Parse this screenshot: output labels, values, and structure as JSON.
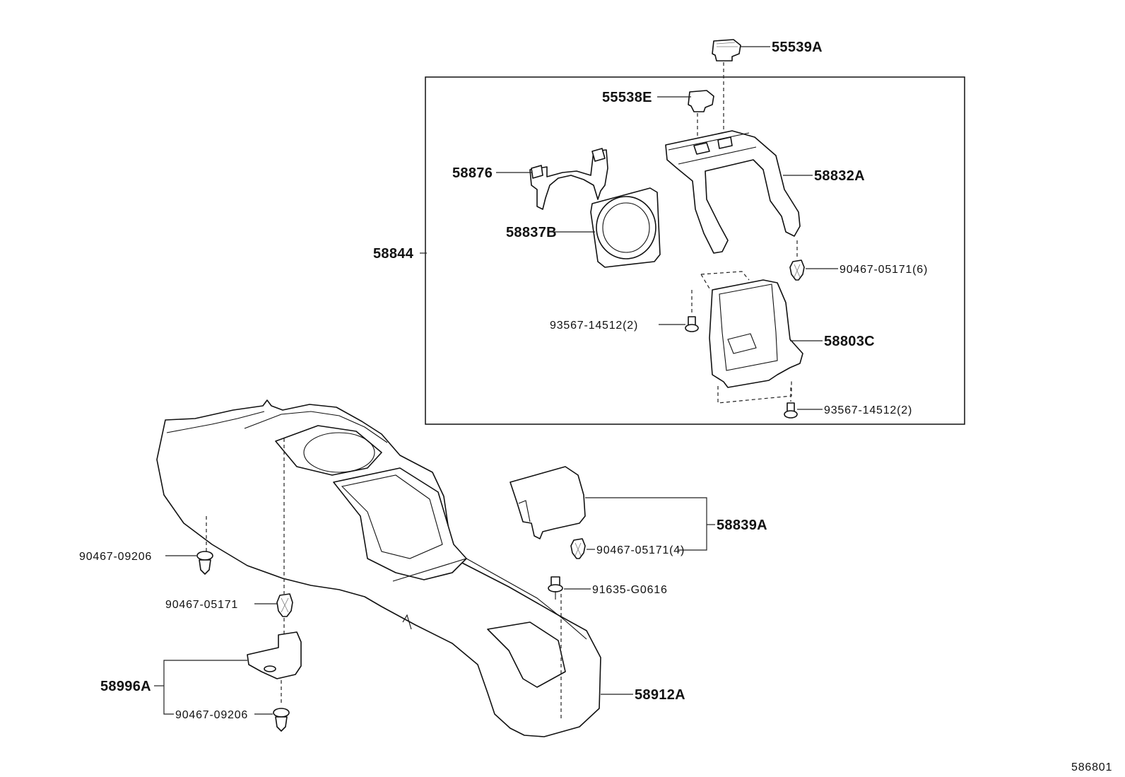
{
  "labels": {
    "p55539A": "55539A",
    "p55538E": "55538E",
    "p58876": "58876",
    "p58832A": "58832A",
    "p58837B": "58837B",
    "p58844": "58844",
    "p90467_05171_6": "90467-05171(6)",
    "p93567_14512_2a": "93567-14512(2)",
    "p58803C": "58803C",
    "p93567_14512_2b": "93567-14512(2)",
    "p58839A": "58839A",
    "p90467_05171_4": "90467-05171(4)",
    "p90467_09206_a": "90467-09206",
    "p91635_G0616": "91635-G0616",
    "p90467_05171": "90467-05171",
    "p58996A": "58996A",
    "p58912A": "58912A",
    "p90467_09206_b": "90467-09206"
  },
  "figure_id": "586801"
}
